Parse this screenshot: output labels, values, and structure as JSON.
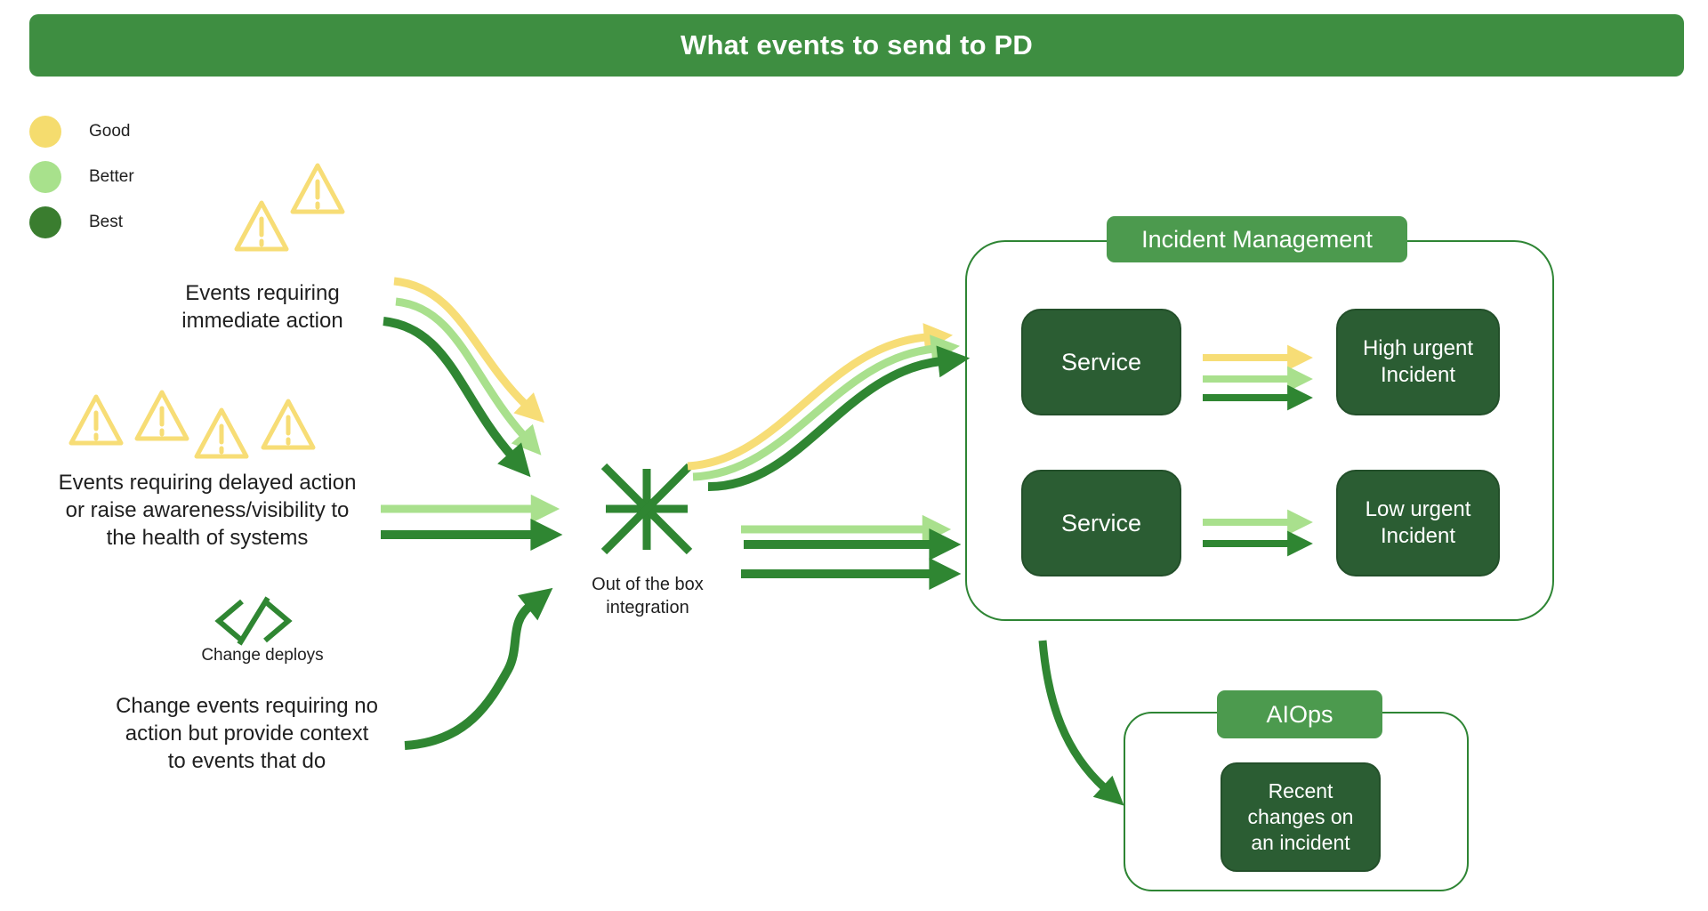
{
  "title": "What events to send to PD",
  "legend": [
    {
      "label": "Good",
      "color": "#F5DC6E"
    },
    {
      "label": "Better",
      "color": "#A8E18C"
    },
    {
      "label": "Best",
      "color": "#3A7D2F"
    }
  ],
  "left_column": {
    "immediate_events": {
      "line1": "Events requiring",
      "line2": "immediate action"
    },
    "delayed_events": {
      "line1": "Events requiring delayed action",
      "line2": "or raise awareness/visibility to",
      "line3": "the health of systems"
    },
    "change_deploys_caption": "Change deploys",
    "change_events": {
      "line1": "Change events requiring no",
      "line2": "action but provide context",
      "line3": "to events that do"
    }
  },
  "integration_label": {
    "line1": "Out of the box",
    "line2": "integration"
  },
  "incident_management": {
    "label": "Incident Management",
    "row1": {
      "service": "Service",
      "incident_line1": "High urgent",
      "incident_line2": "Incident"
    },
    "row2": {
      "service": "Service",
      "incident_line1": "Low urgent",
      "incident_line2": "Incident"
    }
  },
  "aiops": {
    "label": "AIOps",
    "box_line1": "Recent",
    "box_line2": "changes on",
    "box_line3": "an incident"
  },
  "icons": {
    "warning": "warning-triangle-icon",
    "integration": "asterisk-icon",
    "change_deploys": "code-icon"
  },
  "colors": {
    "banner_green": "#3E8E41",
    "section_label_green": "#4C9A4E",
    "dark_box_green": "#2B5D33",
    "outline_green": "#2E8534",
    "arrow_dark_green": "#2F8632",
    "arrow_light_green": "#A9E08D",
    "arrow_yellow": "#F7DD76",
    "text_dark": "#1F1F1F"
  }
}
